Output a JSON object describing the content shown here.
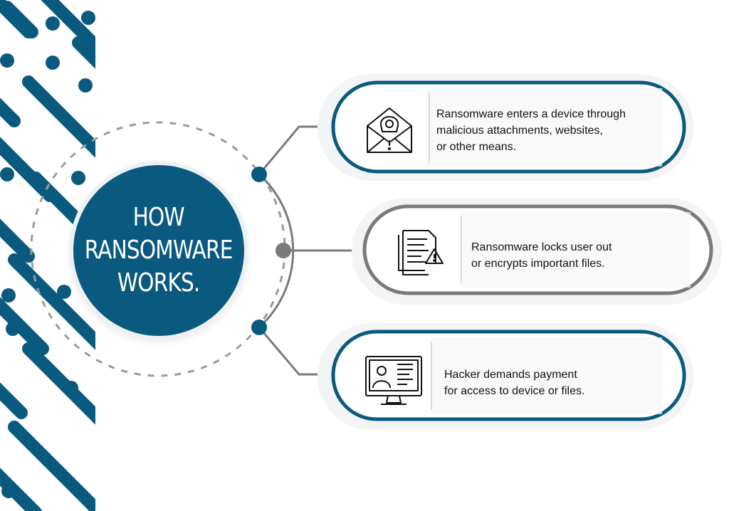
{
  "title": {
    "lines": [
      "HOW",
      "RANSOMWARE",
      "WORKS."
    ]
  },
  "steps": [
    {
      "id": "enter",
      "icon": "email-hacker-icon",
      "lines": [
        "Ransomware enters a device through",
        "malicious attachments, websites,",
        "or other means."
      ],
      "border_color": "#0a5a80"
    },
    {
      "id": "lock",
      "icon": "document-warning-icon",
      "lines": [
        "Ransomware locks user out",
        "or encrypts important files."
      ],
      "border_color": "#7a7a7a"
    },
    {
      "id": "pay",
      "icon": "hacker-monitor-icon",
      "lines": [
        "Hacker demands payment",
        "for access to device or files."
      ],
      "border_color": "#0a5a80"
    }
  ],
  "colors": {
    "primary": "#0a5a80",
    "gray": "#7a7a7a",
    "dashed": "#9a9a9a",
    "shadow": "#eef1f3"
  }
}
